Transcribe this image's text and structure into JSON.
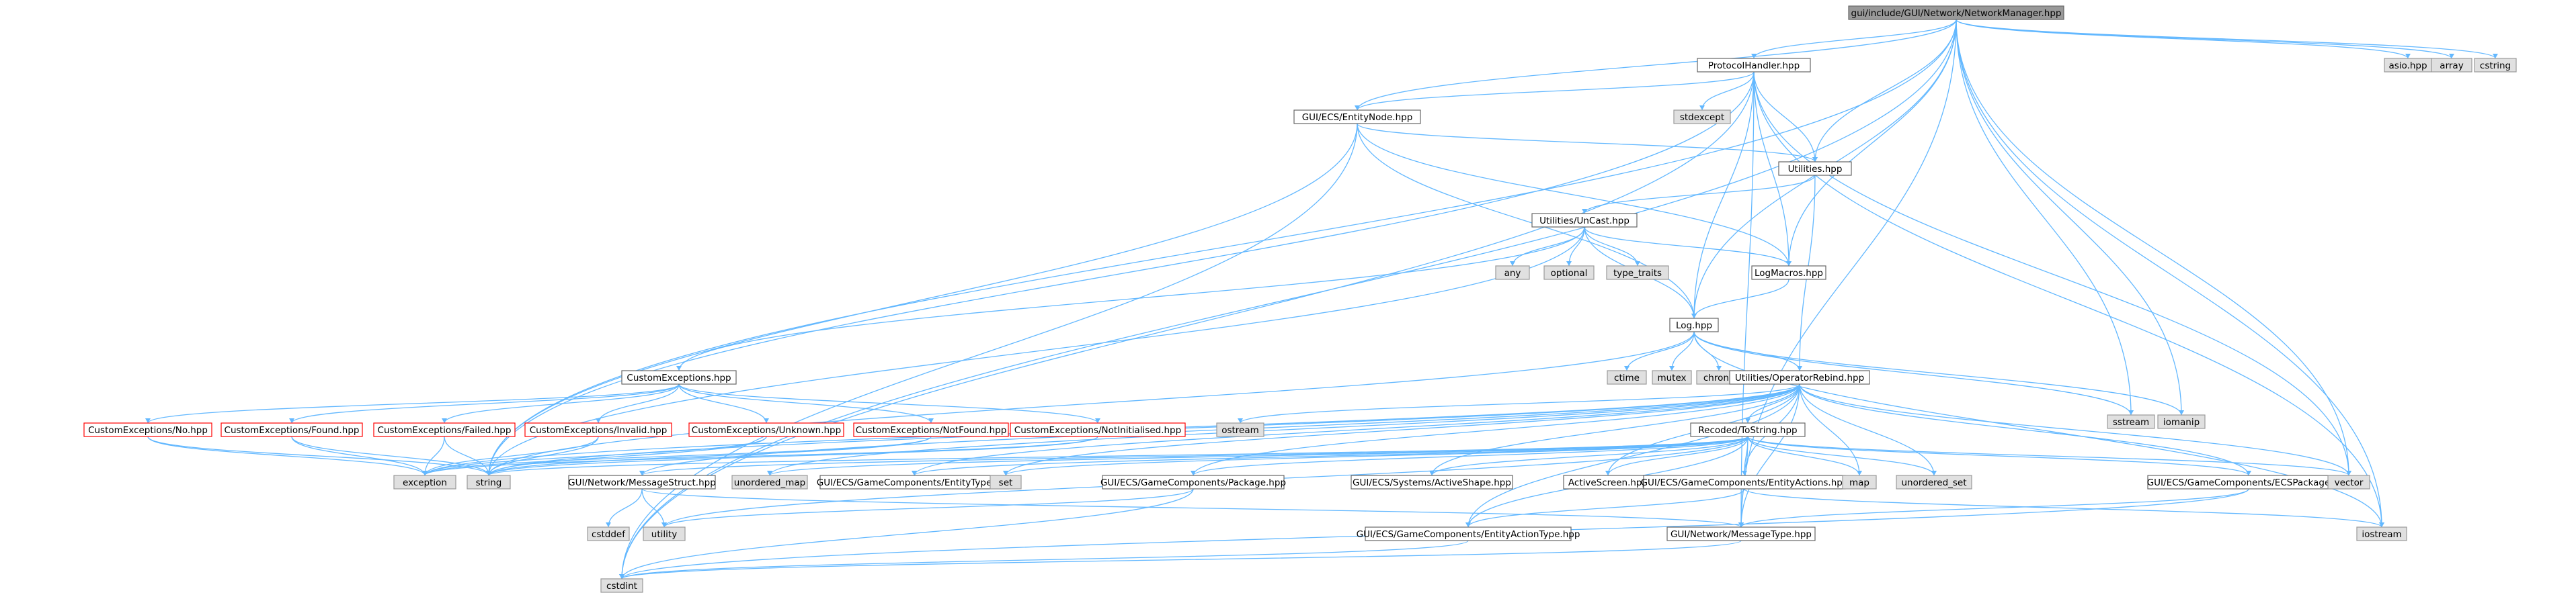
{
  "title": "gui/include/GUI/Network/NetworkManager.hpp",
  "colors": {
    "edge": "#63b8ff",
    "root_fill": "#999999",
    "root_stroke": "#666666",
    "file_fill": "#ffffff",
    "file_stroke": "#666666",
    "system_fill": "#e0e0e0",
    "system_stroke": "#999999",
    "error_fill": "#ffffff",
    "error_stroke": "#ff0000"
  },
  "nodes": [
    {
      "id": "root",
      "label": "gui/include/GUI/Network/NetworkManager.hpp",
      "kind": "root"
    },
    {
      "id": "asio",
      "label": "asio.hpp",
      "kind": "system"
    },
    {
      "id": "array",
      "label": "array",
      "kind": "system"
    },
    {
      "id": "cstring",
      "label": "cstring",
      "kind": "system"
    },
    {
      "id": "protocol",
      "label": "ProtocolHandler.hpp",
      "kind": "file"
    },
    {
      "id": "stdexcept",
      "label": "stdexcept",
      "kind": "system"
    },
    {
      "id": "entitynode",
      "label": "GUI/ECS/EntityNode.hpp",
      "kind": "file"
    },
    {
      "id": "utilities",
      "label": "Utilities.hpp",
      "kind": "file"
    },
    {
      "id": "uncast",
      "label": "Utilities/UnCast.hpp",
      "kind": "file"
    },
    {
      "id": "any",
      "label": "any",
      "kind": "system"
    },
    {
      "id": "optional",
      "label": "optional",
      "kind": "system"
    },
    {
      "id": "type_traits",
      "label": "type_traits",
      "kind": "system"
    },
    {
      "id": "logmacros",
      "label": "LogMacros.hpp",
      "kind": "file"
    },
    {
      "id": "log",
      "label": "Log.hpp",
      "kind": "file"
    },
    {
      "id": "ctime",
      "label": "ctime",
      "kind": "system"
    },
    {
      "id": "mutex",
      "label": "mutex",
      "kind": "system"
    },
    {
      "id": "chrono",
      "label": "chrono",
      "kind": "system"
    },
    {
      "id": "opreb",
      "label": "Utilities/OperatorRebind.hpp",
      "kind": "file"
    },
    {
      "id": "sstream",
      "label": "sstream",
      "kind": "system"
    },
    {
      "id": "iomanip",
      "label": "iomanip",
      "kind": "system"
    },
    {
      "id": "custexc",
      "label": "CustomExceptions.hpp",
      "kind": "file"
    },
    {
      "id": "ce_no",
      "label": "CustomExceptions/No.hpp",
      "kind": "error"
    },
    {
      "id": "ce_found",
      "label": "CustomExceptions/Found.hpp",
      "kind": "error"
    },
    {
      "id": "ce_failed",
      "label": "CustomExceptions/Failed.hpp",
      "kind": "error"
    },
    {
      "id": "ce_invalid",
      "label": "CustomExceptions/Invalid.hpp",
      "kind": "error"
    },
    {
      "id": "ce_unknown",
      "label": "CustomExceptions/Unknown.hpp",
      "kind": "error"
    },
    {
      "id": "ce_notfound",
      "label": "CustomExceptions/NotFound.hpp",
      "kind": "error"
    },
    {
      "id": "ce_notinit",
      "label": "CustomExceptions/NotInitialised.hpp",
      "kind": "error"
    },
    {
      "id": "ostream",
      "label": "ostream",
      "kind": "system"
    },
    {
      "id": "recoded",
      "label": "Recoded/ToString.hpp",
      "kind": "file"
    },
    {
      "id": "exception",
      "label": "exception",
      "kind": "system"
    },
    {
      "id": "string",
      "label": "string",
      "kind": "system"
    },
    {
      "id": "msgstruct",
      "label": "GUI/Network/MessageStruct.hpp",
      "kind": "file"
    },
    {
      "id": "unordered_map",
      "label": "unordered_map",
      "kind": "system"
    },
    {
      "id": "entitytype",
      "label": "GUI/ECS/GameComponents/EntityType.hpp",
      "kind": "file"
    },
    {
      "id": "set",
      "label": "set",
      "kind": "system"
    },
    {
      "id": "package",
      "label": "GUI/ECS/GameComponents/Package.hpp",
      "kind": "file"
    },
    {
      "id": "activeshape",
      "label": "GUI/ECS/Systems/ActiveShape.hpp",
      "kind": "file"
    },
    {
      "id": "activescreen",
      "label": "ActiveScreen.hpp",
      "kind": "file"
    },
    {
      "id": "entityactions",
      "label": "GUI/ECS/GameComponents/EntityActions.hpp",
      "kind": "file"
    },
    {
      "id": "map",
      "label": "map",
      "kind": "system"
    },
    {
      "id": "unordered_set",
      "label": "unordered_set",
      "kind": "system"
    },
    {
      "id": "ecspackage",
      "label": "GUI/ECS/GameComponents/ECSPackage.hpp",
      "kind": "file"
    },
    {
      "id": "vector",
      "label": "vector",
      "kind": "system"
    },
    {
      "id": "cstddef",
      "label": "cstddef",
      "kind": "system"
    },
    {
      "id": "utility",
      "label": "utility",
      "kind": "system"
    },
    {
      "id": "actiontype",
      "label": "GUI/ECS/GameComponents/EntityActionType.hpp",
      "kind": "file"
    },
    {
      "id": "msgtype",
      "label": "GUI/Network/MessageType.hpp",
      "kind": "file"
    },
    {
      "id": "iostream",
      "label": "iostream",
      "kind": "system"
    },
    {
      "id": "cstdint",
      "label": "cstdint",
      "kind": "system"
    }
  ],
  "edges": [
    [
      "root",
      "asio"
    ],
    [
      "root",
      "array"
    ],
    [
      "root",
      "cstring"
    ],
    [
      "root",
      "protocol"
    ],
    [
      "root",
      "entitynode"
    ],
    [
      "root",
      "utilities"
    ],
    [
      "root",
      "logmacros"
    ],
    [
      "root",
      "log"
    ],
    [
      "root",
      "sstream"
    ],
    [
      "root",
      "iomanip"
    ],
    [
      "root",
      "vector"
    ],
    [
      "root",
      "iostream"
    ],
    [
      "root",
      "cstdint"
    ],
    [
      "root",
      "string"
    ],
    [
      "root",
      "msgtype"
    ],
    [
      "protocol",
      "stdexcept"
    ],
    [
      "protocol",
      "entitynode"
    ],
    [
      "protocol",
      "utilities"
    ],
    [
      "protocol",
      "logmacros"
    ],
    [
      "protocol",
      "log"
    ],
    [
      "protocol",
      "vector"
    ],
    [
      "protocol",
      "iostream"
    ],
    [
      "protocol",
      "string"
    ],
    [
      "protocol",
      "cstdint"
    ],
    [
      "protocol",
      "msgtype"
    ],
    [
      "entitynode",
      "utilities"
    ],
    [
      "entitynode",
      "log"
    ],
    [
      "entitynode",
      "logmacros"
    ],
    [
      "entitynode",
      "string"
    ],
    [
      "entitynode",
      "cstdint"
    ],
    [
      "utilities",
      "uncast"
    ],
    [
      "utilities",
      "opreb"
    ],
    [
      "uncast",
      "any"
    ],
    [
      "uncast",
      "optional"
    ],
    [
      "uncast",
      "type_traits"
    ],
    [
      "uncast",
      "logmacros"
    ],
    [
      "uncast",
      "log"
    ],
    [
      "uncast",
      "custexc"
    ],
    [
      "uncast",
      "string"
    ],
    [
      "logmacros",
      "log"
    ],
    [
      "log",
      "ctime"
    ],
    [
      "log",
      "mutex"
    ],
    [
      "log",
      "chrono"
    ],
    [
      "log",
      "opreb"
    ],
    [
      "log",
      "sstream"
    ],
    [
      "log",
      "iomanip"
    ],
    [
      "log",
      "iostream"
    ],
    [
      "log",
      "string"
    ],
    [
      "opreb",
      "ostream"
    ],
    [
      "opreb",
      "recoded"
    ],
    [
      "opreb",
      "map"
    ],
    [
      "opreb",
      "unordered_map"
    ],
    [
      "opreb",
      "unordered_set"
    ],
    [
      "opreb",
      "set"
    ],
    [
      "opreb",
      "vector"
    ],
    [
      "opreb",
      "string"
    ],
    [
      "opreb",
      "exception"
    ],
    [
      "opreb",
      "msgstruct"
    ],
    [
      "opreb",
      "entitytype"
    ],
    [
      "opreb",
      "package"
    ],
    [
      "opreb",
      "activeshape"
    ],
    [
      "opreb",
      "activescreen"
    ],
    [
      "opreb",
      "entityactions"
    ],
    [
      "opreb",
      "ecspackage"
    ],
    [
      "opreb",
      "actiontype"
    ],
    [
      "opreb",
      "msgtype"
    ],
    [
      "custexc",
      "ce_no"
    ],
    [
      "custexc",
      "ce_found"
    ],
    [
      "custexc",
      "ce_failed"
    ],
    [
      "custexc",
      "ce_invalid"
    ],
    [
      "custexc",
      "ce_unknown"
    ],
    [
      "custexc",
      "ce_notfound"
    ],
    [
      "custexc",
      "ce_notinit"
    ],
    [
      "ce_no",
      "exception"
    ],
    [
      "ce_no",
      "string"
    ],
    [
      "ce_found",
      "exception"
    ],
    [
      "ce_found",
      "string"
    ],
    [
      "ce_failed",
      "exception"
    ],
    [
      "ce_failed",
      "string"
    ],
    [
      "ce_invalid",
      "exception"
    ],
    [
      "ce_invalid",
      "string"
    ],
    [
      "ce_unknown",
      "exception"
    ],
    [
      "ce_unknown",
      "string"
    ],
    [
      "ce_notfound",
      "exception"
    ],
    [
      "ce_notfound",
      "string"
    ],
    [
      "ce_notinit",
      "exception"
    ],
    [
      "ce_notinit",
      "string"
    ],
    [
      "recoded",
      "map"
    ],
    [
      "recoded",
      "unordered_map"
    ],
    [
      "recoded",
      "unordered_set"
    ],
    [
      "recoded",
      "set"
    ],
    [
      "recoded",
      "vector"
    ],
    [
      "recoded",
      "string"
    ],
    [
      "recoded",
      "msgstruct"
    ],
    [
      "recoded",
      "entitytype"
    ],
    [
      "recoded",
      "package"
    ],
    [
      "recoded",
      "activeshape"
    ],
    [
      "recoded",
      "activescreen"
    ],
    [
      "recoded",
      "entityactions"
    ],
    [
      "recoded",
      "ecspackage"
    ],
    [
      "recoded",
      "actiontype"
    ],
    [
      "recoded",
      "msgtype"
    ],
    [
      "recoded",
      "utility"
    ],
    [
      "msgstruct",
      "cstddef"
    ],
    [
      "msgstruct",
      "utility"
    ],
    [
      "msgstruct",
      "msgtype"
    ],
    [
      "package",
      "cstdint"
    ],
    [
      "package",
      "utility"
    ],
    [
      "entityactions",
      "actiontype"
    ],
    [
      "entityactions",
      "iostream"
    ],
    [
      "ecspackage",
      "msgtype"
    ],
    [
      "ecspackage",
      "cstdint"
    ],
    [
      "msgtype",
      "cstdint"
    ],
    [
      "actiontype",
      "cstdint"
    ]
  ]
}
